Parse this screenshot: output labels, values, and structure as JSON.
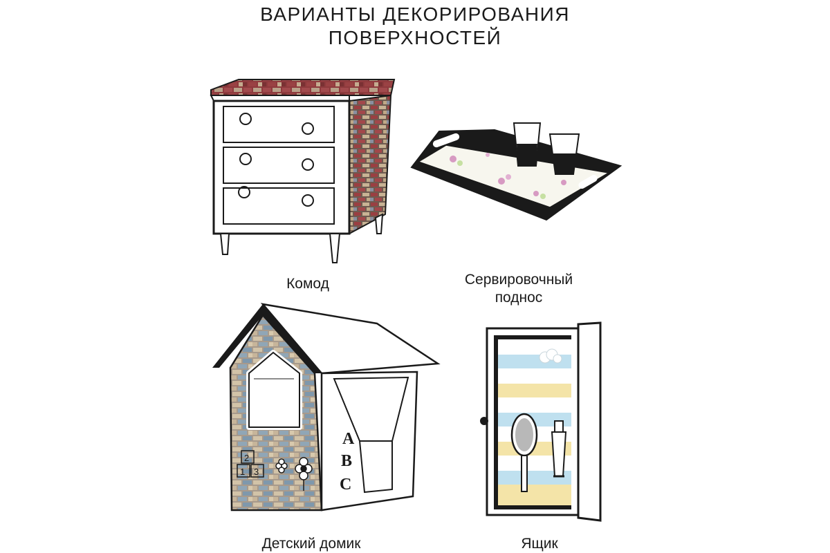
{
  "header": {
    "title_line1": "ВАРИАНТЫ ДЕКОРИРОВАНИЯ",
    "title_line2": "ПОВЕРХНОСТЕЙ"
  },
  "items": [
    {
      "caption": "Комод"
    },
    {
      "caption_line1": "Сервировочный",
      "caption_line2": "поднос"
    },
    {
      "caption": "Детский домик",
      "decal_letters": [
        "A",
        "B",
        "C"
      ],
      "decal_numbers": [
        "2",
        "1",
        "3"
      ]
    },
    {
      "caption": "Ящик"
    }
  ],
  "colors": {
    "outline": "#1a1a1a",
    "brick_red": "#8e3a3d",
    "brick_beige": "#cdb79a",
    "brick_blue": "#7f98ac",
    "stripe_blue": "#bfe0ef",
    "stripe_yellow": "#f4e4a8"
  }
}
